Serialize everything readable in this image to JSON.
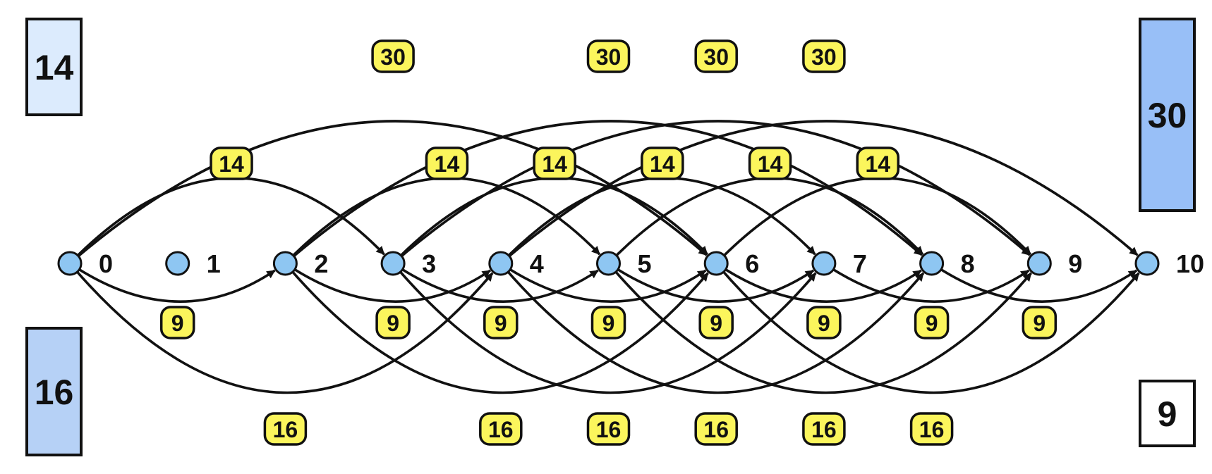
{
  "colors": {
    "node_fill": "#8ec6f2",
    "label_fill": "#fbf55c",
    "edge": "#111111",
    "box_14": "#dcebfd",
    "box_16": "#b6d1f6",
    "box_30": "#98bff7",
    "box_9": "#ffffff"
  },
  "nodes": [
    {
      "id": 0,
      "label": "0"
    },
    {
      "id": 1,
      "label": "1"
    },
    {
      "id": 2,
      "label": "2"
    },
    {
      "id": 3,
      "label": "3"
    },
    {
      "id": 4,
      "label": "4"
    },
    {
      "id": 5,
      "label": "5"
    },
    {
      "id": 6,
      "label": "6"
    },
    {
      "id": 7,
      "label": "7"
    },
    {
      "id": 8,
      "label": "8"
    },
    {
      "id": 9,
      "label": "9"
    },
    {
      "id": 10,
      "label": "10"
    }
  ],
  "edge_groups": [
    {
      "weight": "9",
      "step": 2,
      "direction": "below",
      "sources": [
        0,
        2,
        3,
        4,
        5,
        6,
        7,
        8
      ]
    },
    {
      "weight": "14",
      "step": 3,
      "direction": "above",
      "sources": [
        0,
        2,
        3,
        4,
        5,
        6
      ]
    },
    {
      "weight": "16",
      "step": 4,
      "direction": "below",
      "sources": [
        0,
        2,
        3,
        4,
        5,
        6
      ]
    },
    {
      "weight": "30",
      "step": 6,
      "direction": "above",
      "sources": [
        0,
        2,
        3,
        4
      ]
    }
  ],
  "legend": [
    {
      "id": "14",
      "label": "14",
      "color_key": "box_14"
    },
    {
      "id": "16",
      "label": "16",
      "color_key": "box_16"
    },
    {
      "id": "30",
      "label": "30",
      "color_key": "box_30"
    },
    {
      "id": "9",
      "label": "9",
      "color_key": "box_9"
    }
  ]
}
